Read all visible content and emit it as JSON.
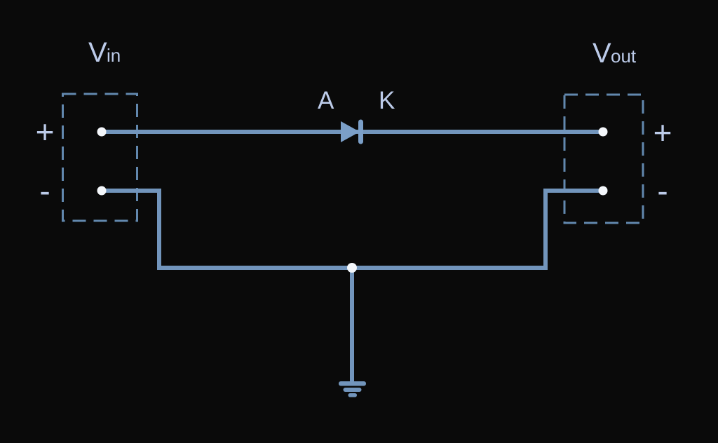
{
  "colors": {
    "background": "#0a0a0a",
    "wire": "#7295bc",
    "diode": "#7b9fc8",
    "dashed_box": "#6288ae",
    "text": "#bccbe9",
    "terminal_dot": "#f4f7fb"
  },
  "labels": {
    "vin_main": "V",
    "vin_sub": "in",
    "vout_main": "V",
    "vout_sub": "out",
    "anode": "A",
    "cathode": "K",
    "input_plus": "+",
    "input_minus": "-",
    "output_plus": "+",
    "output_minus": "-"
  }
}
